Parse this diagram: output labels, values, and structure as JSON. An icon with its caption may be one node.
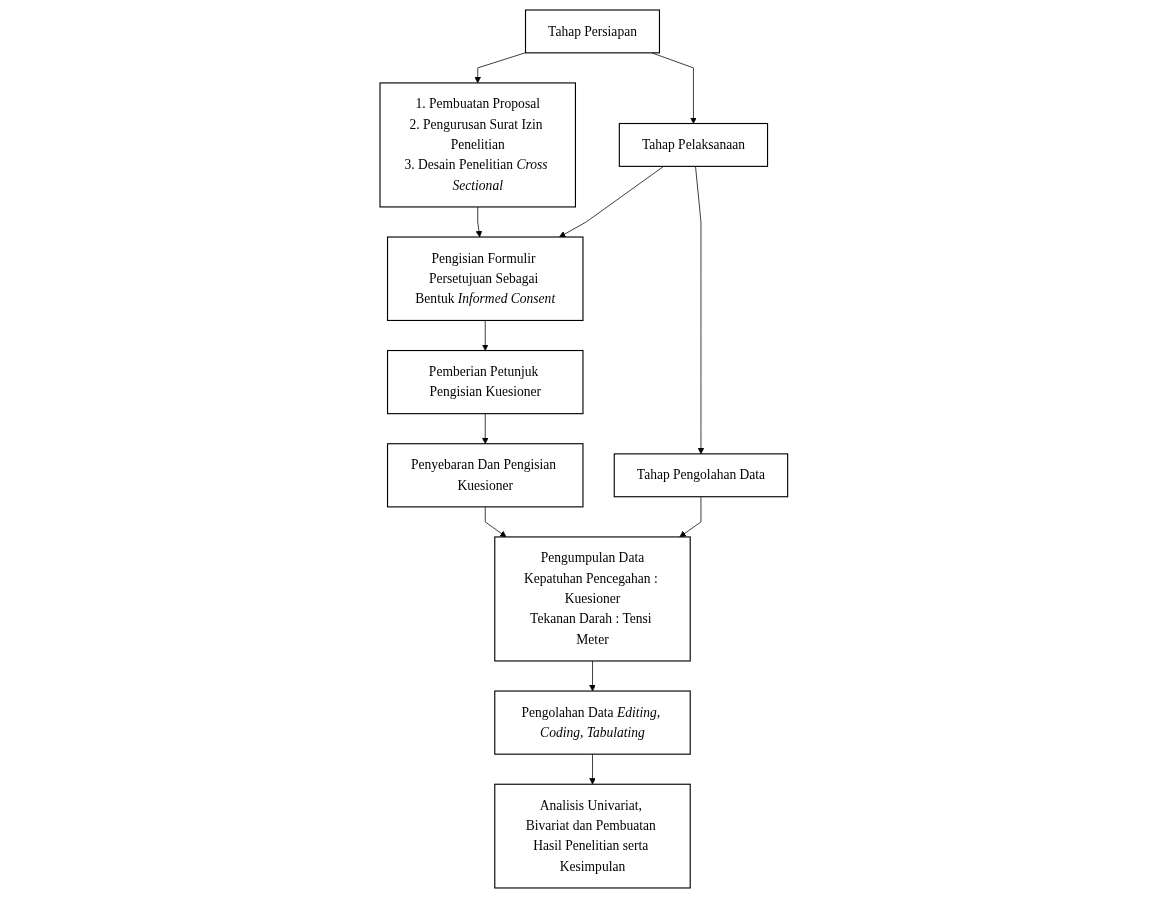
{
  "diagram": {
    "nodes": [
      {
        "text": [
          "Tahap Persiapan"
        ]
      },
      {
        "text": [
          "1. Pembuatan Proposal",
          "2. Pengurusan Surat Izin Penelitian",
          "3. Desain Penelitian *Cross Sectional*"
        ]
      },
      {
        "text": [
          "Tahap Pelaksanaan"
        ]
      },
      {
        "text": [
          "Pengisian Formulir Persetujuan Sebagai Bentuk *Informed Consent*"
        ]
      },
      {
        "text": [
          "Pemberian Petunjuk Pengisian Kuesioner"
        ]
      },
      {
        "text": [
          "Penyebaran Dan Pengisian Kuesioner"
        ]
      },
      {
        "text": [
          "Tahap Pengolahan Data"
        ]
      },
      {
        "text": [
          "Pengumpulan Data",
          "Kepatuhan Pencegahan : Kuesioner",
          "Tekanan Darah : Tensi Meter"
        ]
      },
      {
        "text": [
          "Pengolahan Data *Editing, Coding, Tabulating*"
        ]
      },
      {
        "text": [
          "Analisis Univariat, Bivariat dan Pembuatan Hasil Penelitian serta Kesimpulan"
        ]
      }
    ],
    "edges": [
      {
        "from": 0,
        "to": 1,
        "arrow": "to"
      },
      {
        "from": 0,
        "to": 2,
        "arrow": "to"
      },
      {
        "from": 1,
        "to": 3,
        "arrow": "to"
      },
      {
        "from": 2,
        "to": 3,
        "arrow": "to"
      },
      {
        "from": 2,
        "to": 6,
        "arrow": "to"
      },
      {
        "from": 3,
        "to": 4,
        "arrow": "to"
      },
      {
        "from": 4,
        "to": 5,
        "arrow": "to"
      },
      {
        "from": 5,
        "to": 7,
        "arrow": "to"
      },
      {
        "from": 6,
        "to": 7,
        "arrow": "to"
      },
      {
        "from": 7,
        "to": 8,
        "arrow": "to"
      },
      {
        "from": 8,
        "to": 9,
        "arrow": "to"
      }
    ]
  }
}
